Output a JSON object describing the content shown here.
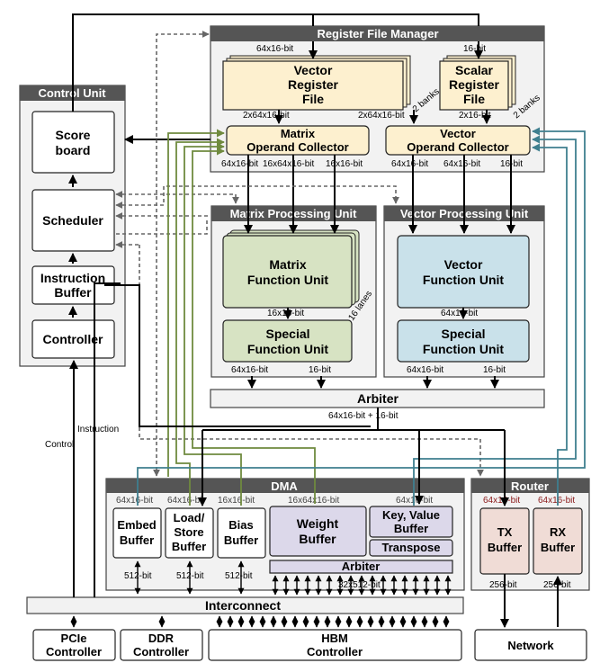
{
  "control_unit": {
    "title": "Control Unit",
    "scoreboard": [
      "Score",
      "board"
    ],
    "scheduler": "Scheduler",
    "instruction_buffer": [
      "Instruction",
      "Buffer"
    ],
    "controller": "Controller"
  },
  "register_file_manager": {
    "title": "Register File Manager",
    "vector_rf": [
      "Vector",
      "Register",
      "File"
    ],
    "scalar_rf": [
      "Scalar",
      "Register",
      "File"
    ],
    "vrf_width": "64x16-bit",
    "srf_width": "16-bit",
    "banks_vrf": "2 banks",
    "banks_srf": "2 banks",
    "matrix_oc_in": "2x64x16-bit",
    "vector_oc_in": "2x64x16-bit",
    "scalar_out": "2x16-bit",
    "matrix_oc": [
      "Matrix",
      "Operand Collector"
    ],
    "vector_oc": [
      "Vector",
      "Operand Collector"
    ],
    "matrix_oc_out": [
      "64x16-bit",
      "16x64x16-bit",
      "16x16-bit"
    ],
    "vector_oc_out": [
      "64x16-bit",
      "64x16-bit",
      "16-bit"
    ]
  },
  "matrix_pu": {
    "title": "Matrix Processing Unit",
    "mfu": [
      "Matrix",
      "Function Unit"
    ],
    "lanes": "16 lanes",
    "mfu_out": "16x16-bit",
    "sfu": [
      "Special",
      "Function Unit"
    ],
    "out_left": "64x16-bit",
    "out_right": "16-bit"
  },
  "vector_pu": {
    "title": "Vector Processing Unit",
    "vfu": [
      "Vector",
      "Function Unit"
    ],
    "vfu_out": "64x16-bit",
    "sfu": [
      "Special",
      "Function Unit"
    ],
    "out_left": "64x16-bit",
    "out_right": "16-bit"
  },
  "arbiter": {
    "label": "Arbiter",
    "out": "64x16-bit + 16-bit"
  },
  "dma": {
    "title": "DMA",
    "embed_width": "64x16-bit",
    "ls_width": "64x16-bit",
    "bias_width": "16x16-bit",
    "weight_width": "16x64x16-bit",
    "kv_width": "64x16-bit",
    "embed_buffer": [
      "Embed",
      "Buffer"
    ],
    "ls_buffer": [
      "Load/",
      "Store",
      "Buffer"
    ],
    "bias_buffer": [
      "Bias",
      "Buffer"
    ],
    "weight_buffer": [
      "Weight",
      "Buffer"
    ],
    "kv_buffer": [
      "Key, Value",
      "Buffer"
    ],
    "transpose": "Transpose",
    "arbiter": "Arbiter",
    "bus_embed": "512-bit",
    "bus_ls": "512-bit",
    "bus_bias": "512-bit",
    "bus_weight": "32x512-bit"
  },
  "router": {
    "title": "Router",
    "tx_width": "64x16-bit",
    "rx_width": "64x16-bit",
    "tx_buffer": [
      "TX",
      "Buffer"
    ],
    "rx_buffer": [
      "RX",
      "Buffer"
    ],
    "tx_out": "256-bit",
    "rx_in": "256-bit"
  },
  "interconnect": "Interconnect",
  "pcie": [
    "PCIe",
    "Controller"
  ],
  "ddr": [
    "DDR",
    "Controller"
  ],
  "hbm": [
    "HBM",
    "Controller"
  ],
  "network": "Network",
  "signals": {
    "control": "Control",
    "instruction": "Instruction"
  },
  "colors": {
    "rf_fill": "#fdf0cf",
    "matrix_fill": "#d7e3c3",
    "vector_fill": "#c9e1ea",
    "weight_fill": "#dcd8ea",
    "router_fill": "#f0dcd6",
    "header": "#555555",
    "green_wire": "#6f8a3f",
    "teal_wire": "#3f7f8f"
  }
}
